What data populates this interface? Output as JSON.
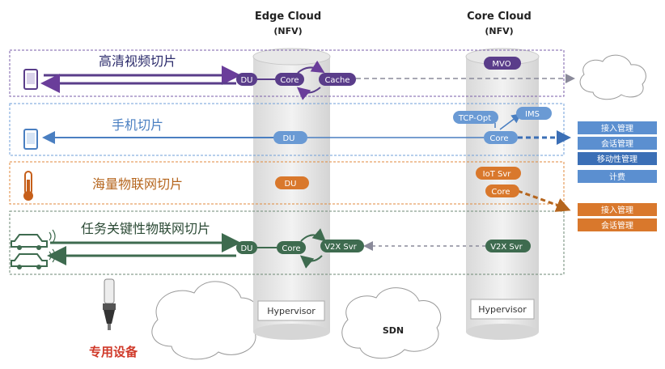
{
  "columns": {
    "edge": {
      "title": "Edge Cloud",
      "subtitle": "(NFV)",
      "hypervisor": "Hypervisor"
    },
    "core": {
      "title": "Core Cloud",
      "subtitle": "(NFV)",
      "hypervisor": "Hypervisor"
    }
  },
  "sdn_label": "SDN",
  "device_label": "专用设备",
  "slices": [
    {
      "title": "高清视频切片",
      "color": "#6a3d9a"
    },
    {
      "title": "手机切片",
      "color": "#4a7fc1"
    },
    {
      "title": "海量物联网切片",
      "color": "#d9782c"
    },
    {
      "title": "任务关键性物联网切片",
      "color": "#3e6b4f"
    }
  ],
  "nodes": {
    "video_du": "DU",
    "video_core": "Core",
    "video_cache": "Cache",
    "video_mvo": "MVO",
    "mobile_du": "DU",
    "mobile_tcp": "TCP-Opt",
    "mobile_ims": "IMS",
    "mobile_core": "Core",
    "iot_du": "DU",
    "iot_svr": "IoT Svr",
    "iot_core": "Core",
    "v2x_du": "DU",
    "v2x_core": "Core",
    "v2x_edge_svr": "V2X Svr",
    "v2x_core_svr": "V2X Svr"
  },
  "mobile_functions": [
    "接入管理",
    "会话管理",
    "移动性管理",
    "计费"
  ],
  "iot_functions": [
    "接入管理",
    "会话管理"
  ]
}
